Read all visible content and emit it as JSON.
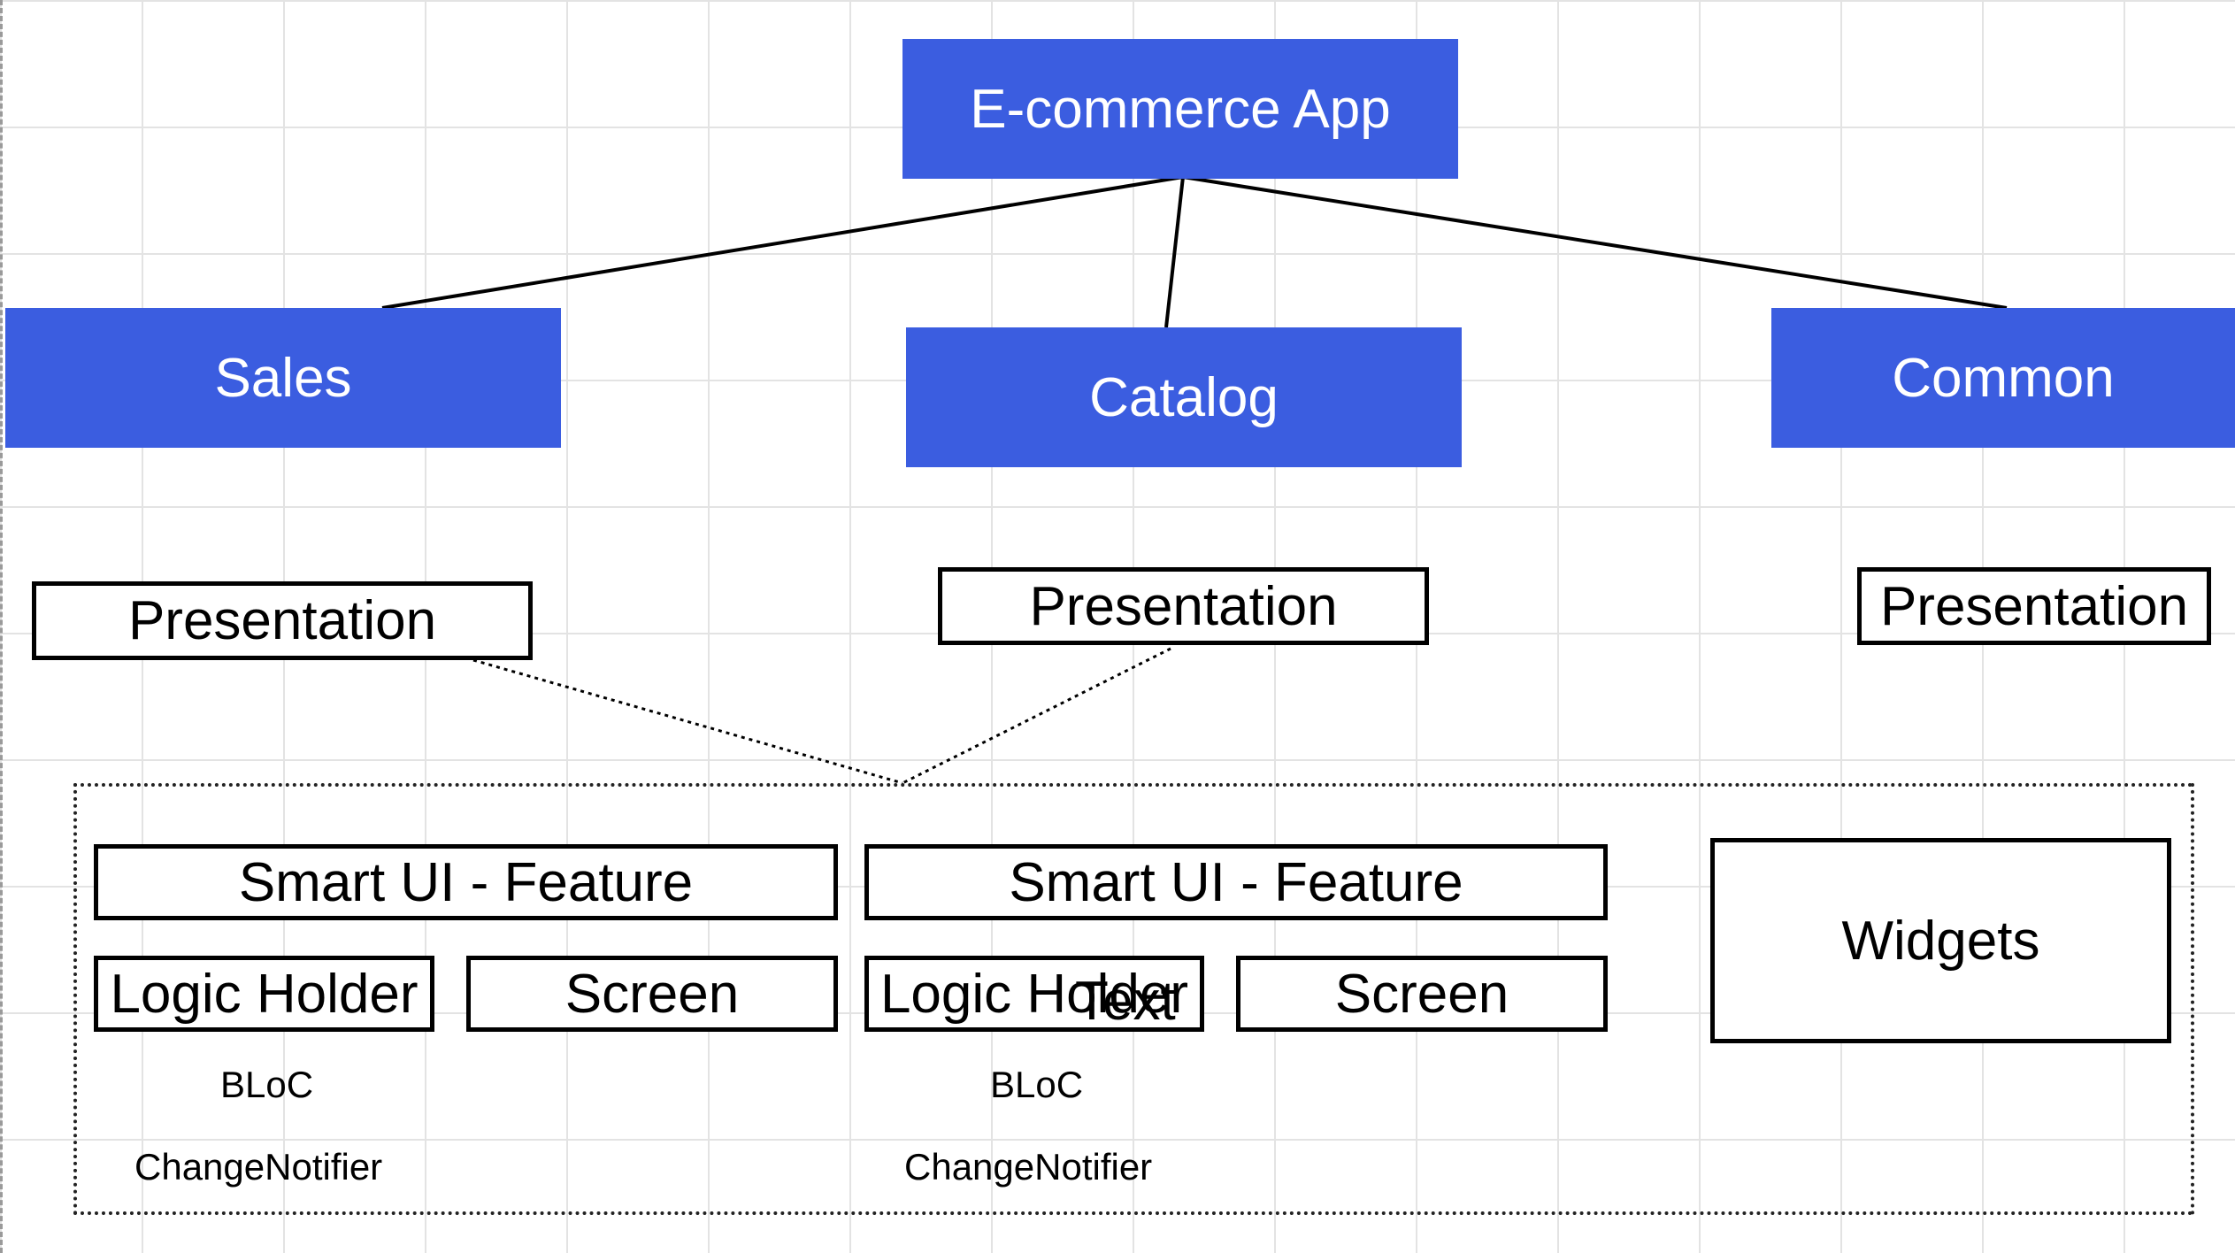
{
  "colors": {
    "primary_fill": "#3b5de0",
    "primary_text": "#ffffff",
    "outline": "#000000",
    "grid": "#e3e3e3"
  },
  "root": {
    "label": "E-commerce App"
  },
  "modules": [
    {
      "label": "Sales",
      "presentation_label": "Presentation"
    },
    {
      "label": "Catalog",
      "presentation_label": "Presentation"
    },
    {
      "label": "Common",
      "presentation_label": "Presentation"
    }
  ],
  "presentation_layer": {
    "features": [
      {
        "smart_ui_label": "Smart UI - Feature",
        "logic_holder_label": "Logic Holder",
        "screen_label": "Screen",
        "logic_options": [
          "BLoC",
          "ChangeNotifier"
        ]
      },
      {
        "smart_ui_label": "Smart UI - Feature",
        "logic_holder_label": "Logic Holder",
        "screen_label": "Screen",
        "logic_options": [
          "BLoC",
          "ChangeNotifier"
        ]
      }
    ],
    "widgets_label": "Widgets"
  },
  "stray_text": "Text"
}
